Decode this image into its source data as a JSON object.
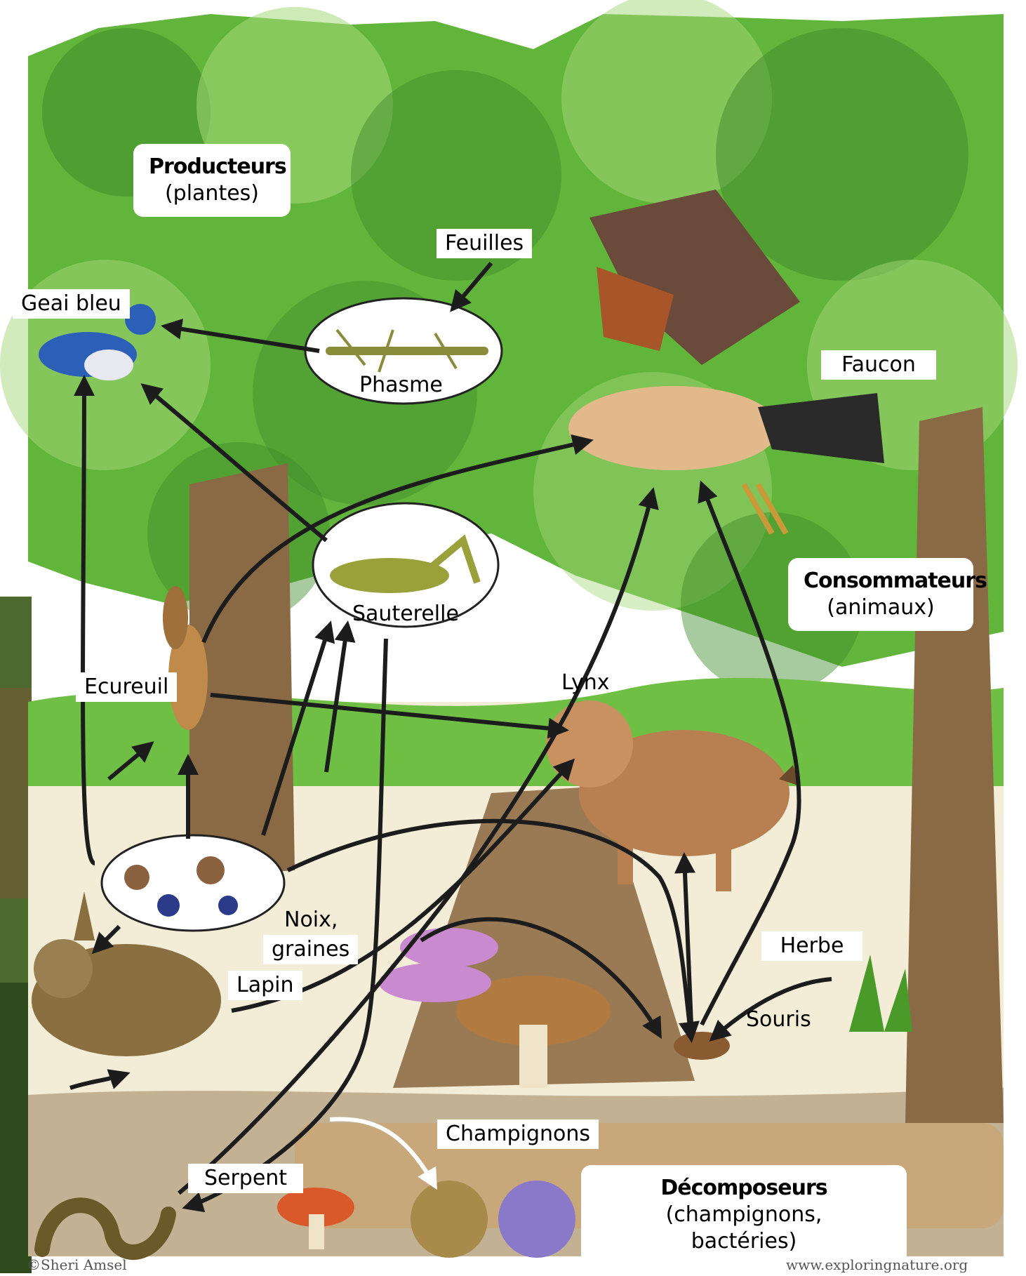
{
  "groups": {
    "producers": {
      "title": "Producteurs",
      "subtitle": "(plantes)"
    },
    "consumers": {
      "title": "Consommateurs",
      "subtitle": "(animaux)"
    },
    "decomposers": {
      "title": "Décomposeurs",
      "line2": "(champignons,",
      "line3": "bactéries)"
    }
  },
  "organisms": {
    "feuilles": "Feuilles",
    "geai": "Geai bleu",
    "phasme": "Phasme",
    "faucon": "Faucon",
    "sauterelle": "Sauterelle",
    "ecureuil": "Ecureuil",
    "lynx": "Lynx",
    "noix_1": "Noix,",
    "noix_2": "graines",
    "lapin": "Lapin",
    "herbe": "Herbe",
    "souris": "Souris",
    "champignons": "Champignons",
    "serpent": "Serpent"
  },
  "credits": {
    "left": "©Sheri Amsel",
    "right": "www.exploringnature.org"
  },
  "colors": {
    "leaf_dark": "#3f8a2a",
    "leaf_mid": "#62b53b",
    "leaf_light": "#a6d87a",
    "trunk": "#8a6a45",
    "ground": "#f3ecd6",
    "arrow": "#1c1c1c"
  }
}
